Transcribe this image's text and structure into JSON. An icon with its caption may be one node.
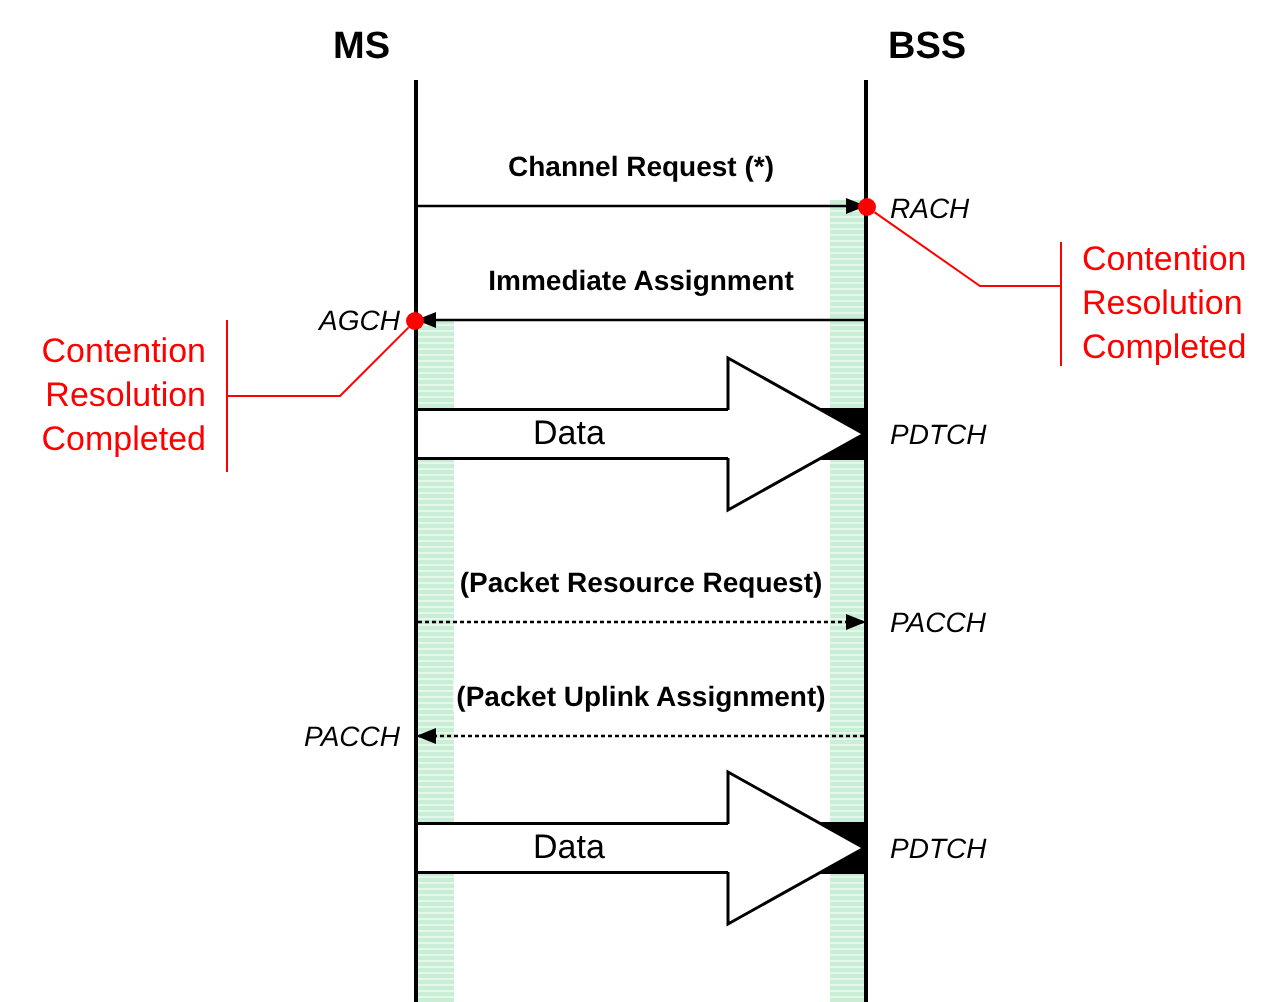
{
  "diagram": {
    "nodes": [
      {
        "text": [
          "MS"
        ]
      },
      {
        "text": [
          "BSS"
        ]
      },
      {
        "text": [],
        "shape": "circle"
      },
      {
        "text": [
          "Contention Resolution Completed"
        ]
      },
      {
        "text": [],
        "shape": "circle"
      },
      {
        "text": [
          "Contention Resolution Completed"
        ]
      }
    ],
    "edges": [
      {
        "from": 0,
        "to": 1,
        "arrow": "to",
        "label": "Channel Request (*)"
      },
      {
        "from": 1,
        "to": 0,
        "arrow": "to",
        "label": "Immediate Assignment"
      },
      {
        "from": 0,
        "to": 1,
        "arrow": "to",
        "label": "Data",
        "style": "thick"
      },
      {
        "from": 0,
        "to": 1,
        "arrow": "to",
        "label": "(Packet Resource Request)",
        "style": "dashed"
      },
      {
        "from": 1,
        "to": 0,
        "arrow": "to",
        "label": "(Packet Uplink Assignment)",
        "style": "dashed"
      },
      {
        "from": 0,
        "to": 1,
        "arrow": "to",
        "label": "Data",
        "style": "thick"
      },
      {
        "from": 3,
        "to": 2,
        "arrow": "none",
        "color": "#ff0000"
      },
      {
        "from": 5,
        "to": 4,
        "arrow": "none",
        "color": "#ff0000"
      }
    ],
    "labels": [
      "RACH",
      "AGCH",
      "PDTCH",
      "PACCH",
      "PACCH",
      "PDTCH"
    ]
  }
}
